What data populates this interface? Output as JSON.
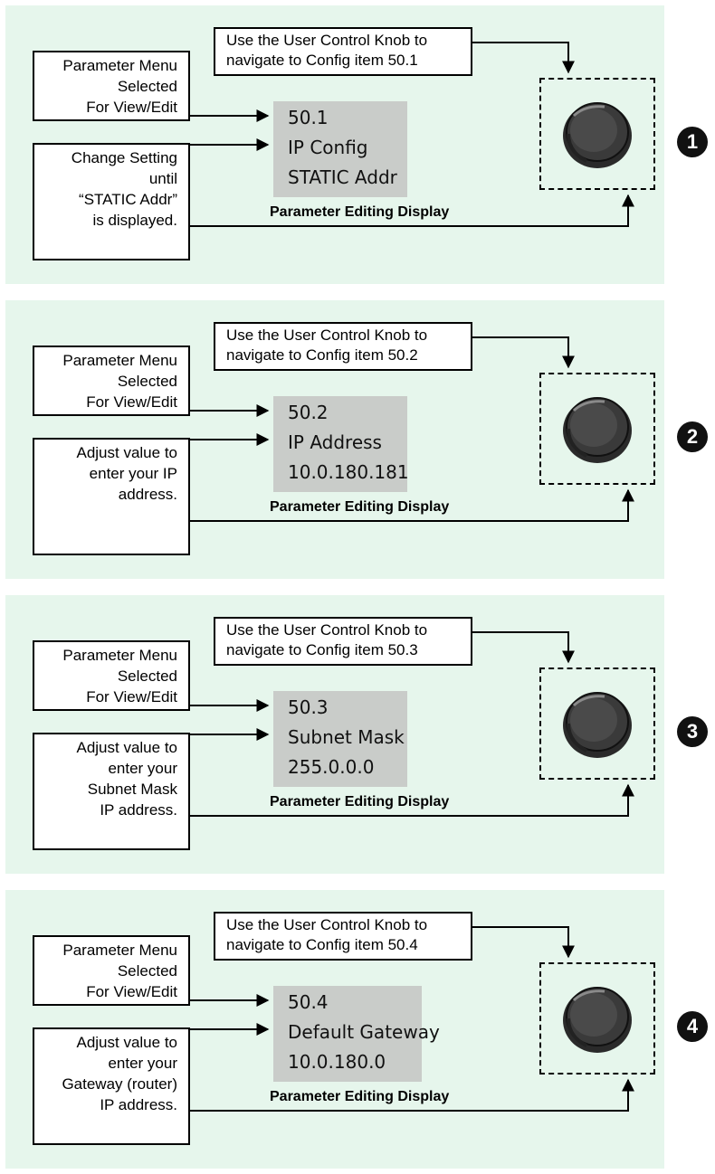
{
  "panels": [
    {
      "badge": "1",
      "instruction": [
        "Use the User Control Knob to",
        "navigate to Config item 50.1"
      ],
      "menu": [
        "Parameter Menu",
        "Selected",
        "For View/Edit"
      ],
      "change": [
        "Change Setting",
        "until",
        "“STATIC Addr”",
        "is displayed."
      ],
      "display": [
        "50.1",
        "IP Config",
        "STATIC Addr"
      ],
      "display_title": "Parameter Editing Display"
    },
    {
      "badge": "2",
      "instruction": [
        "Use the User Control Knob to",
        "navigate to Config item 50.2"
      ],
      "menu": [
        "Parameter Menu",
        "Selected",
        "For View/Edit"
      ],
      "change": [
        "Adjust value to",
        "enter your IP",
        "address."
      ],
      "display": [
        "50.2",
        "IP Address",
        "10.0.180.181"
      ],
      "display_title": "Parameter Editing Display"
    },
    {
      "badge": "3",
      "instruction": [
        "Use the User Control Knob to",
        "navigate to Config item 50.3"
      ],
      "menu": [
        "Parameter Menu",
        "Selected",
        "For View/Edit"
      ],
      "change": [
        "Adjust value to",
        "enter your",
        "Subnet Mask",
        "IP address."
      ],
      "display": [
        "50.3",
        "Subnet Mask",
        "255.0.0.0"
      ],
      "display_title": "Parameter Editing Display"
    },
    {
      "badge": "4",
      "instruction": [
        "Use the User Control Knob to",
        "navigate to Config item 50.4"
      ],
      "menu": [
        "Parameter Menu",
        "Selected",
        "For View/Edit"
      ],
      "change": [
        "Adjust value to",
        "enter your",
        "Gateway (router)",
        "IP address."
      ],
      "display": [
        "50.4",
        "Default Gateway",
        "10.0.180.0"
      ],
      "display_title": "Parameter Editing Display"
    }
  ],
  "colors": {
    "panel_bg": "#e6f6ec",
    "display_bg": "#c9ccc9",
    "badge": "#111111"
  },
  "icons": {
    "knob": "control-knob-icon",
    "arrow": "arrow-icon"
  }
}
